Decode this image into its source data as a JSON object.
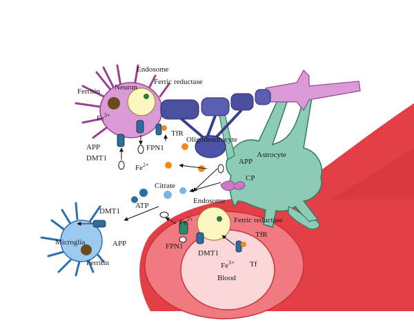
{
  "labels": {
    "endosome_top": "Endosome",
    "neuron": "Neuron",
    "ferric_reductase_top": "Ferric reductase",
    "ferritin_neuron": "Ferritin",
    "fe3_neuron": "Fe",
    "fe3_neuron_sup": "3+",
    "tfr_top": "TfR",
    "fpn1_top": "FPN1",
    "app_top": "APP",
    "dmt1_top": "DMT1",
    "fe2_top": "Fe",
    "fe2_top_sup": "2+",
    "oligodendrocyte": "Oligodendrocyte",
    "app_astro": "APP",
    "astrocyte": "Astrocyte",
    "cp": "CP",
    "citrate": "Citrate",
    "atp": "ATP",
    "dmt1_micro": "DMT1",
    "microglia": "Microglia",
    "app_micro": "APP",
    "ferritin_micro": "Ferritin",
    "endosome_bottom": "Endosome",
    "fe2_bottom": "Fe",
    "fe2_bottom_sup": "2+",
    "ferric_reductase_bottom": "Ferric reductase",
    "tfr_bottom": "TfR",
    "fpn1_bottom": "FPN1",
    "dmt1_bottom": "DMT1",
    "fe3_bottom": "Fe",
    "fe3_bottom_sup": "3+",
    "tf": "Tf",
    "blood": "Blood"
  },
  "colors": {
    "vessel_outer": "#e23f46",
    "vessel_wall": "#f07a80",
    "lumen": "#fbd6d8",
    "neuron": "#d99ad6",
    "neuron_stroke": "#9a3f94",
    "axon": "#4a4fa0",
    "oligodendrocyte": "#4b52a8",
    "astrocyte": "#8ccbb6",
    "astrocyte_stroke": "#2d7a66",
    "microglia": "#9cc9ef",
    "microglia_stroke": "#2a6fb0",
    "endosome": "#fbf6c2",
    "transporter": "#2e6e9e",
    "tfr": "#f08a1a",
    "ferritin": "#6b4a1e"
  }
}
